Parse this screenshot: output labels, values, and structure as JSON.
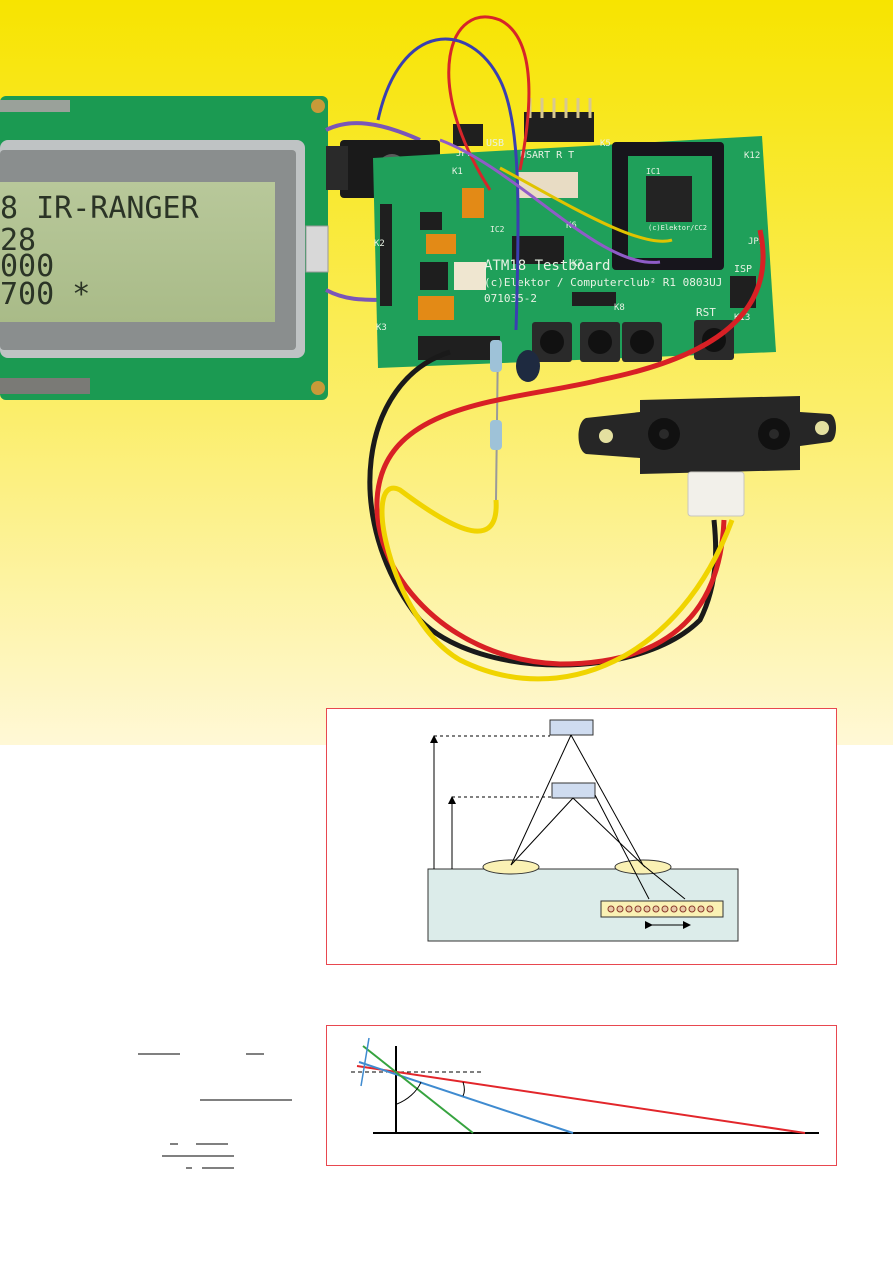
{
  "lcd": {
    "line1": "8 IR-RANGER",
    "line2": "28",
    "line3": "000",
    "line4": "700 *"
  },
  "board": {
    "title": "ATM18 Testboard",
    "copyright": "(c)Elektor / Computerclub² R1 0803UJ",
    "part_number": "071035-2",
    "usart_label": "USART R T",
    "rst_label": "RST",
    "usb_label": "USB",
    "isp_label": "ISP",
    "k1": "K1",
    "k2": "K2",
    "k3": "K3",
    "k5": "K5",
    "k6": "K6",
    "k7": "K7",
    "k8": "K8",
    "k12": "K12",
    "k13": "K13",
    "jp1": "JP1",
    "jp2": "JP2",
    "ic1": "IC1",
    "ic2": "IC2",
    "module_label": "(c)Elektor/CC2"
  },
  "colors": {
    "background_top": "#f7e600",
    "background_bottom": "#fff6c8",
    "pcb": "#1fa05a",
    "figure_border": "#e8474f",
    "sensor_fill": "#dcecea",
    "lens_fill": "#faf1b4",
    "target_fill": "#cfdcf0",
    "line_red": "#e2262b",
    "line_blue": "#3f8bd0",
    "line_green": "#36a33f"
  }
}
